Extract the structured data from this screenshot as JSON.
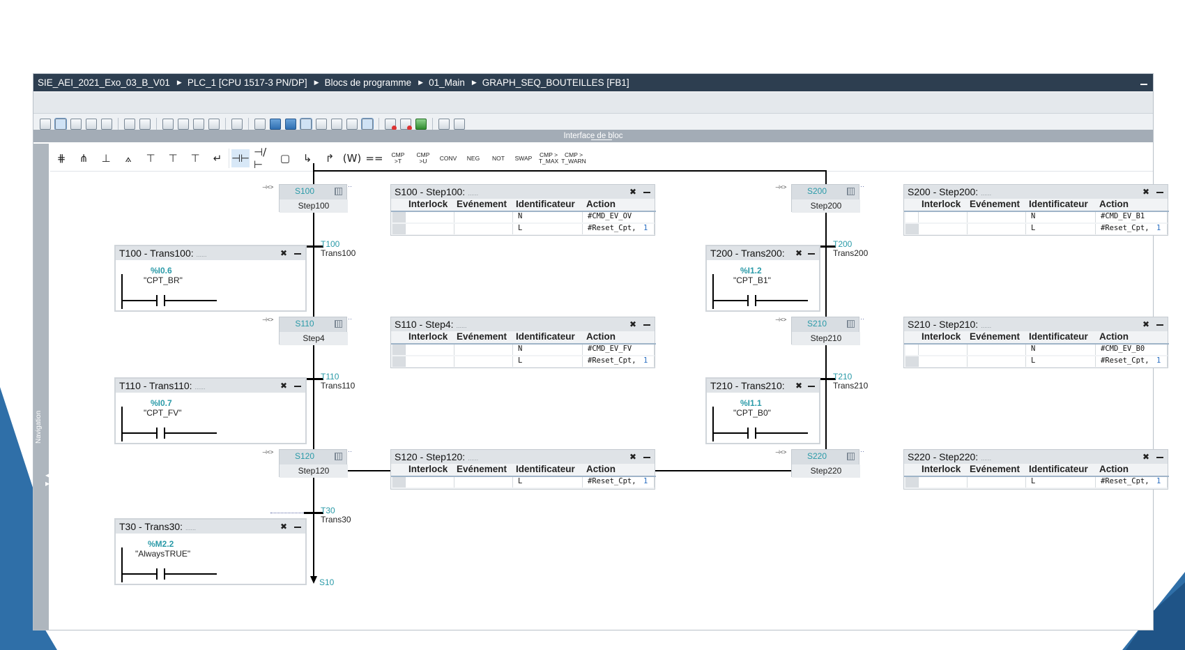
{
  "breadcrumb": {
    "items": [
      "SIE_AEI_2021_Exo_03_B_V01",
      "PLC_1 [CPU 1517-3 PN/DP]",
      "Blocs de programme",
      "01_Main",
      "GRAPH_SEQ_BOUTEILLES [FB1]"
    ]
  },
  "interface_bar": {
    "label": "Interface de bloc"
  },
  "navigation": {
    "label": "Navigation"
  },
  "palette_text_buttons": [
    "CMP >T",
    "CMP >U",
    "CONV",
    "NEG",
    "NOT",
    "SWAP",
    "CMP > T_MAX",
    "CMP > T_WARN"
  ],
  "table_headers": [
    "Interlock",
    "Evénement",
    "Identificateur",
    "Action"
  ],
  "steps": [
    {
      "num": "S100",
      "name": "Step100",
      "panel_title": "S100 - Step100:",
      "actions": [
        {
          "q": "N",
          "action": "#CMD_EV_OV",
          "arg": ""
        },
        {
          "q": "L",
          "action": "#Reset_Cpt,",
          "arg": "1"
        }
      ]
    },
    {
      "num": "S110",
      "name": "Step4",
      "panel_title": "S110 - Step4:",
      "actions": [
        {
          "q": "N",
          "action": "#CMD_EV_FV",
          "arg": ""
        },
        {
          "q": "L",
          "action": "#Reset_Cpt,",
          "arg": "1"
        }
      ]
    },
    {
      "num": "S120",
      "name": "Step120",
      "panel_title": "S120 - Step120:",
      "actions": [
        {
          "q": "L",
          "action": "#Reset_Cpt,",
          "arg": "1"
        }
      ]
    },
    {
      "num": "S200",
      "name": "Step200",
      "panel_title": "S200 - Step200:",
      "actions": [
        {
          "q": "N",
          "action": "#CMD_EV_B1",
          "arg": ""
        },
        {
          "q": "L",
          "action": "#Reset_Cpt,",
          "arg": "1"
        }
      ]
    },
    {
      "num": "S210",
      "name": "Step210",
      "panel_title": "S210 - Step210:",
      "actions": [
        {
          "q": "N",
          "action": "#CMD_EV_B0",
          "arg": ""
        },
        {
          "q": "L",
          "action": "#Reset_Cpt,",
          "arg": "1"
        }
      ]
    },
    {
      "num": "S220",
      "name": "Step220",
      "panel_title": "S220 - Step220:",
      "actions": [
        {
          "q": "L",
          "action": "#Reset_Cpt,",
          "arg": "1"
        }
      ]
    }
  ],
  "transitions": [
    {
      "num": "T100",
      "name": "Trans100",
      "panel_title": "T100 - Trans100:",
      "address": "%I0.6",
      "symbol": "\"CPT_BR\""
    },
    {
      "num": "T110",
      "name": "Trans110",
      "panel_title": "T110 - Trans110:",
      "address": "%I0.7",
      "symbol": "\"CPT_FV\""
    },
    {
      "num": "T30",
      "name": "Trans30",
      "panel_title": "T30 - Trans30:",
      "address": "%M2.2",
      "symbol": "\"AlwaysTRUE\""
    },
    {
      "num": "T200",
      "name": "Trans200",
      "panel_title": "T200 - Trans200:",
      "address": "%I1.2",
      "symbol": "\"CPT_B1\""
    },
    {
      "num": "T210",
      "name": "Trans210",
      "panel_title": "T210 - Trans210:",
      "address": "%I1.1",
      "symbol": "\"CPT_B0\""
    }
  ],
  "jump_target": "S10",
  "panel_dots": "......",
  "colors": {
    "titlebar": "#2d3e50",
    "step_number": "#2a9aa8",
    "accent_blue": "#2b6fc2",
    "deco_blue": "#2f6fa8"
  }
}
